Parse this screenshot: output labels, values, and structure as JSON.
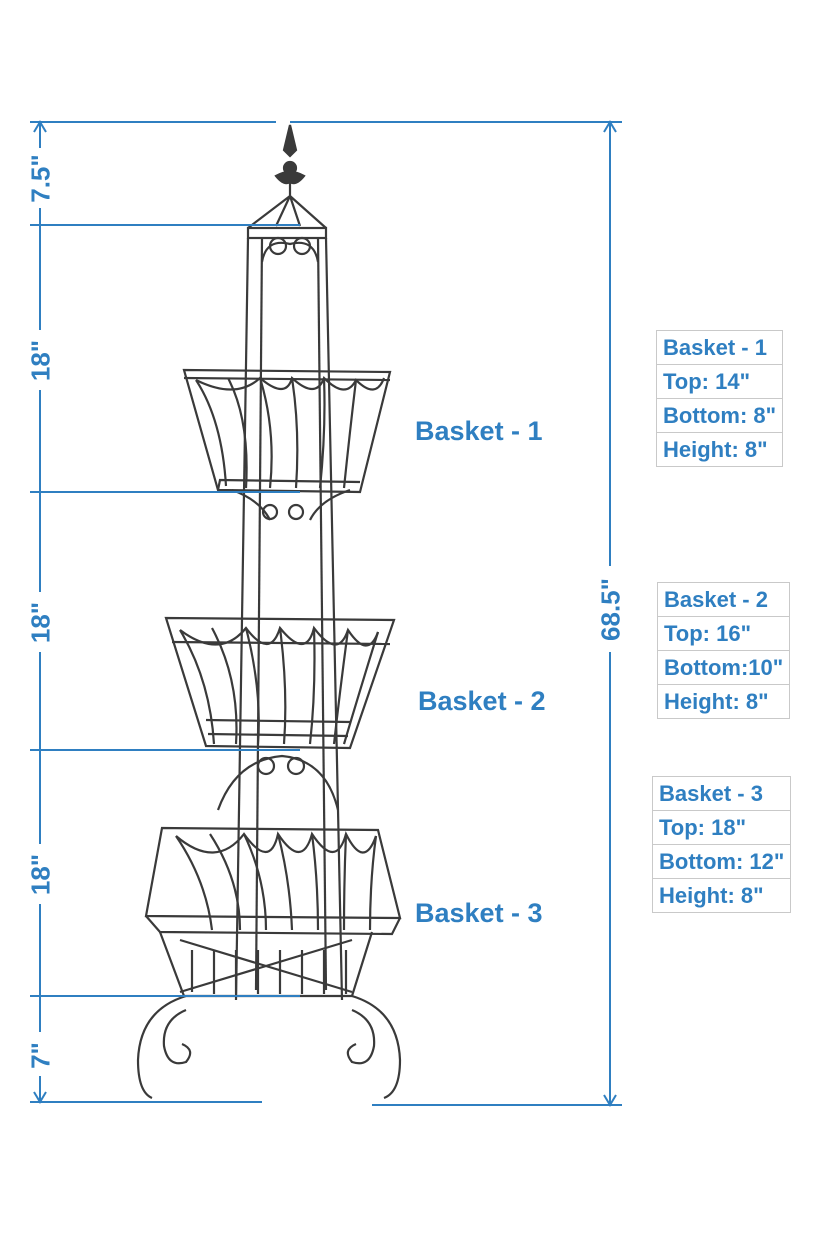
{
  "dimensions": {
    "top_finial": "7.5\"",
    "section_1": "18\"",
    "section_2": "18\"",
    "section_3": "18\"",
    "feet": "7\"",
    "total_height": "68.5\""
  },
  "baskets": [
    {
      "label": "Basket - 1",
      "top": "Top: 14\"",
      "bottom": "Bottom: 8\"",
      "height": "Height: 8\""
    },
    {
      "label": "Basket - 2",
      "top": "Top: 16\"",
      "bottom": "Bottom:10\"",
      "height": "Height: 8\""
    },
    {
      "label": "Basket - 3",
      "top": "Top: 18\"",
      "bottom": "Bottom: 12\"",
      "height": "Height: 8\""
    }
  ],
  "colors": {
    "dimension": "#2f7fc1",
    "wire": "#3a3a3a",
    "table_border": "#c9c9c9"
  }
}
